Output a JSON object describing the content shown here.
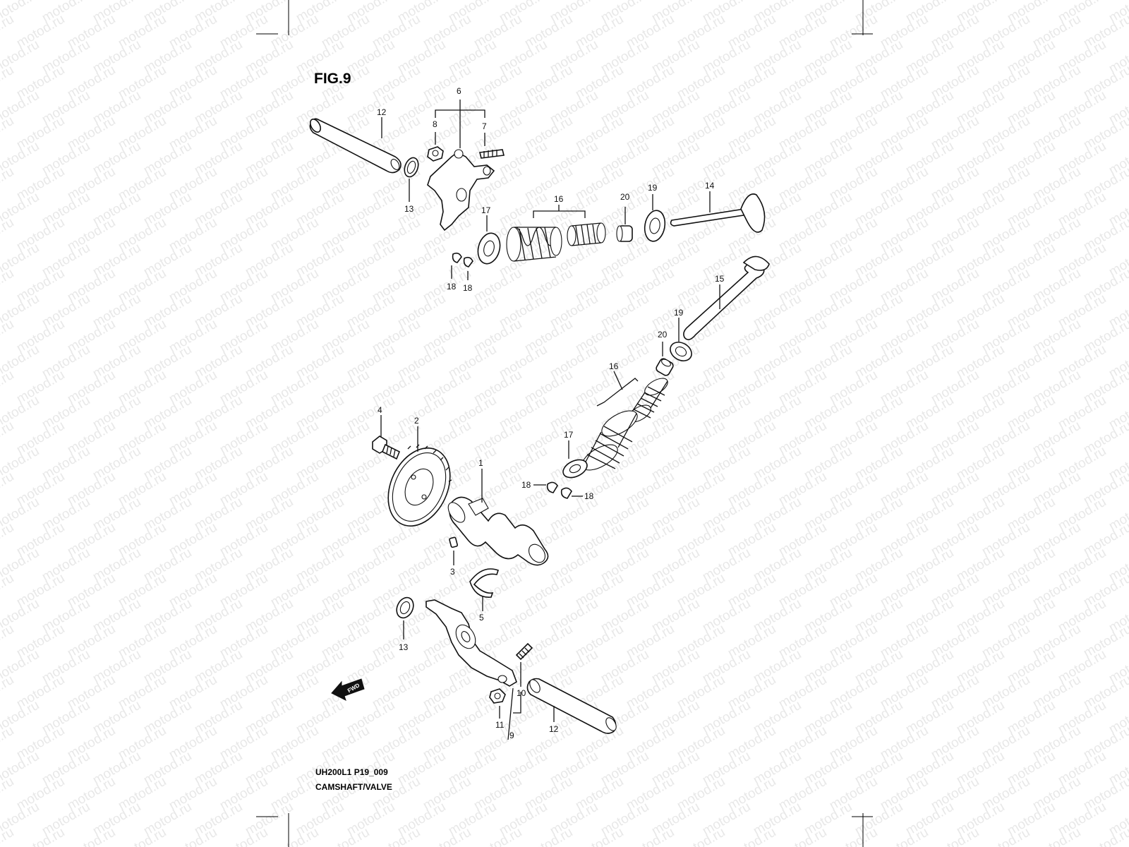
{
  "watermark": "motod.ru",
  "figure_title": "FIG.9",
  "footer": {
    "code": "UH200L1 P19_009",
    "caption": "CAMSHAFT/VALVE"
  },
  "fwd_label": "FWD",
  "callouts": {
    "c1": "1",
    "c2": "2",
    "c3": "3",
    "c4": "4",
    "c5": "5",
    "c6": "6",
    "c7": "7",
    "c8": "8",
    "c9": "9",
    "c10": "10",
    "c11": "11",
    "c12a": "12",
    "c12b": "12",
    "c13a": "13",
    "c13b": "13",
    "c14": "14",
    "c15": "15",
    "c16a": "16",
    "c16b": "16",
    "c17a": "17",
    "c17b": "17",
    "c18a": "18",
    "c18b": "18",
    "c18c": "18",
    "c18d": "18",
    "c19a": "19",
    "c19b": "19",
    "c20a": "20",
    "c20b": "20"
  }
}
